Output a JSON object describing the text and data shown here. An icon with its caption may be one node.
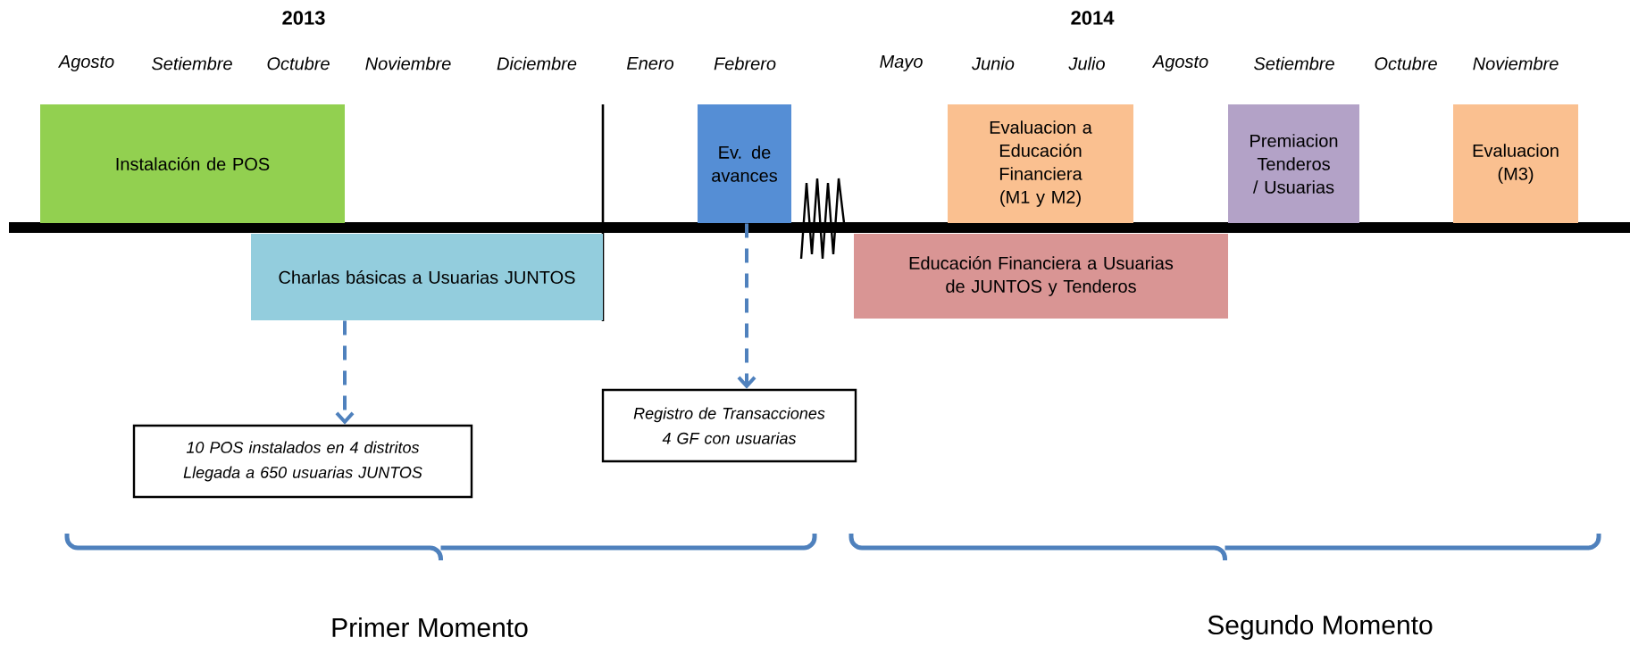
{
  "diagram": {
    "nodes": [
      {
        "text": [
          "Instalación de POS"
        ]
      },
      {
        "text": [
          "Ev. de avances"
        ]
      },
      {
        "text": [
          "Evaluacion a Educación Financiera (M1 y M2)"
        ]
      },
      {
        "text": [
          "Premiacion Tenderos / Usuarias"
        ]
      },
      {
        "text": [
          "Evaluacion (M3)"
        ]
      },
      {
        "text": [
          "Charlas básicas a Usuarias JUNTOS"
        ]
      },
      {
        "text": [
          "Educación Financiera a Usuarias de JUNTOS y Tenderos"
        ]
      },
      {
        "text": [
          "10 POS instalados en 4 distritos",
          "Llegada a 650 usuarias JUNTOS"
        ]
      },
      {
        "text": [
          "Registro de Transacciones",
          "4 GF con usuarias"
        ]
      }
    ],
    "edges": [
      {
        "from": 5,
        "to": 7,
        "arrow": "to",
        "style": "dashed",
        "color": "#4f81bd"
      },
      {
        "from": 1,
        "to": 8,
        "arrow": "to",
        "style": "dashed",
        "color": "#4f81bd"
      }
    ],
    "labels": [
      "2013",
      "2014",
      "Agosto",
      "Setiembre",
      "Octubre",
      "Noviembre",
      "Diciembre",
      "Enero",
      "Febrero",
      "Mayo",
      "Junio",
      "Julio",
      "Agosto",
      "Setiembre",
      "Octubre",
      "Noviembre",
      "Primer Momento",
      "Segundo Momento"
    ]
  }
}
